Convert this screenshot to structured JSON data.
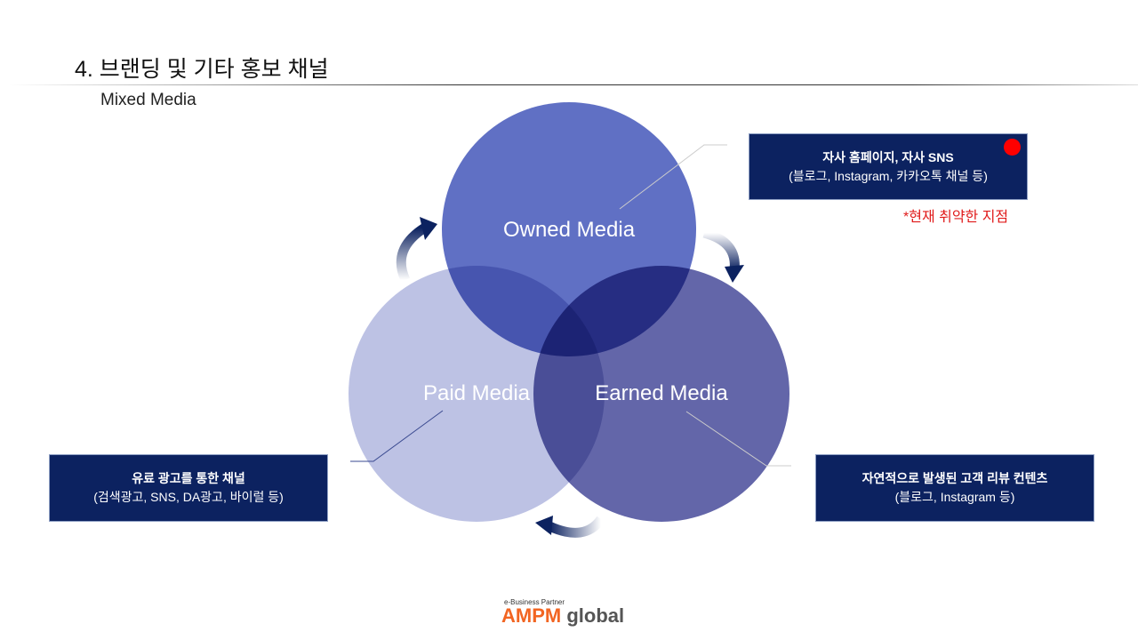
{
  "title": "4. 브랜딩 및 기타 홍보 채널",
  "subtitle": "Mixed Media",
  "circles": {
    "owned": "Owned Media",
    "paid": "Paid Media",
    "earned": "Earned Media"
  },
  "boxes": {
    "owned": {
      "line1": "자사 홈페이지, 자사 SNS",
      "line2": "(블로그, Instagram,  카카오톡 채널 등)"
    },
    "paid": {
      "line1": "유료 광고를 통한 채널",
      "line2": "(검색광고, SNS, DA광고, 바이럴 등)"
    },
    "earned": {
      "line1": "자연적으로 발생된 고객 리뷰 컨텐츠",
      "line2": "(블로그, Instagram  등)"
    }
  },
  "note": "*현재 취약한 지점",
  "logo": {
    "tagline": "e-Business Partner",
    "brand1": "AMPM",
    "brand2": "global"
  },
  "colors": {
    "owned": "#5B6ABF",
    "paid": "#BDC2E4",
    "earned": "#6366A9",
    "box": "#0C2260",
    "alert": "#FF0000"
  }
}
